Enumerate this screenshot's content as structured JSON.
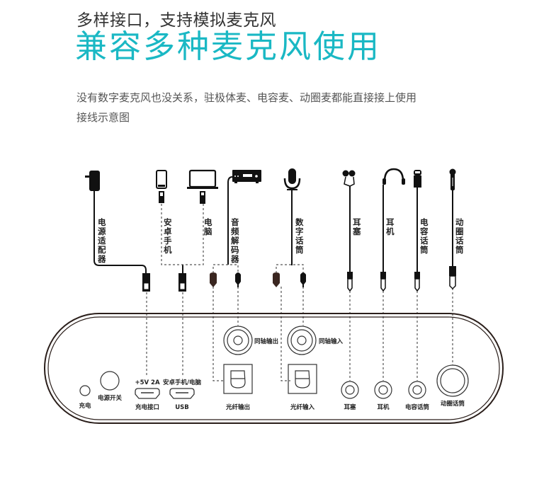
{
  "header": {
    "subtitle": "多样接口，支持模拟麦克风",
    "title": "兼容多种麦克风使用",
    "title_color": "#1ab8c4",
    "description_line1": "没有数字麦克风也没关系，驻极体麦、电容麦、动圈麦都能直接接上使用",
    "description_line2": "接线示意图"
  },
  "devices": [
    {
      "id": "power-adapter",
      "label": "电源适配器",
      "chars": [
        "电",
        "源",
        "适",
        "配",
        "器"
      ],
      "icon": "power-adapter-icon"
    },
    {
      "id": "android-phone",
      "label": "安卓手机",
      "chars": [
        "安",
        "卓",
        "手",
        "机"
      ],
      "icon": "smartphone-icon"
    },
    {
      "id": "computer",
      "label": "电脑",
      "chars": [
        "电",
        "脑"
      ],
      "icon": "laptop-icon"
    },
    {
      "id": "audio-decoder",
      "label": "音频解码器",
      "chars": [
        "音",
        "频",
        "解",
        "码",
        "器"
      ],
      "icon": "audio-decoder-icon"
    },
    {
      "id": "digital-mic",
      "label": "数字话筒",
      "chars": [
        "数",
        "字",
        "话",
        "筒"
      ],
      "icon": "microphone-icon"
    },
    {
      "id": "earbuds",
      "label": "耳塞",
      "chars": [
        "耳",
        "塞"
      ],
      "icon": "earbuds-icon"
    },
    {
      "id": "headphones",
      "label": "耳机",
      "chars": [
        "耳",
        "机"
      ],
      "icon": "headphones-icon"
    },
    {
      "id": "condenser-mic",
      "label": "电容话筒",
      "chars": [
        "电",
        "容",
        "话",
        "筒"
      ],
      "icon": "condenser-mic-icon"
    },
    {
      "id": "dynamic-mic",
      "label": "动圈话筒",
      "chars": [
        "动",
        "圈",
        "话",
        "筒"
      ],
      "icon": "dynamic-mic-icon"
    }
  ],
  "panel": {
    "ports": {
      "charge_led": "充电",
      "power_switch": "电源开关",
      "charge_port_spec": "+5V 2A",
      "charge_port": "充电接口",
      "usb_spec": "安卓手机/电脑",
      "usb": "USB",
      "coax_out": "同轴输出",
      "coax_in": "同轴输入",
      "optical_out": "光纤输出",
      "optical_in": "光纤输入",
      "earbuds": "耳塞",
      "headphones": "耳机",
      "condenser_mic": "电容话筒",
      "dynamic_mic": "动圈话筒"
    }
  }
}
